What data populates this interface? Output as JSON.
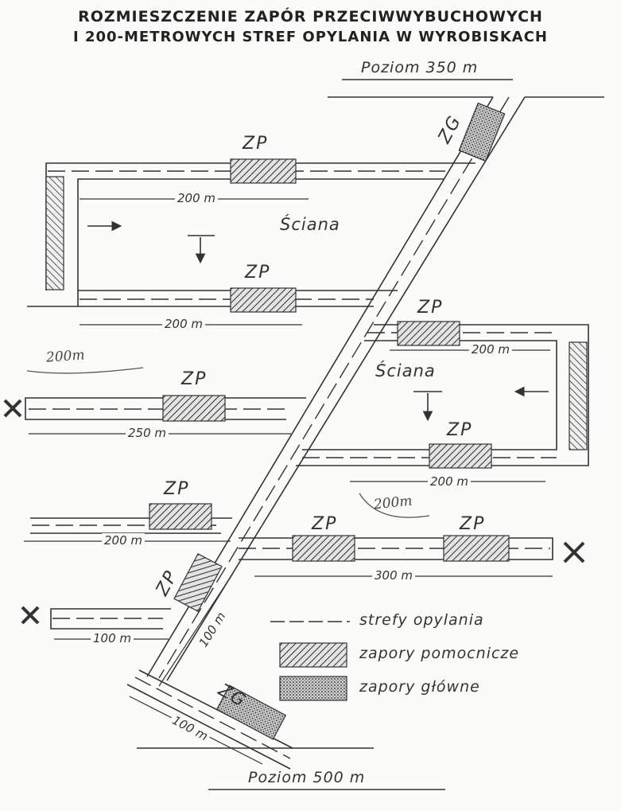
{
  "title": {
    "line1": "ROZMIESZCZENIE ZAPÓR PRZECIWWYBUCHOWYCH",
    "line2": "I 200-METROWYCH STREF OPYLANIA W WYROBISKACH"
  },
  "levels": {
    "top": "Poziom 350 m",
    "bottom": "Poziom 500 m"
  },
  "labels": {
    "zp": "ZP",
    "zg": "ZG",
    "sciana": "Ściana"
  },
  "distances": {
    "top_upper": "200 m",
    "top_lower": "200 m",
    "right_upper": "200 m",
    "right_lower": "200 m",
    "left_mid": "250 m",
    "left_lower": "200 m",
    "right_long": "300 m",
    "left_bottom": "100 m",
    "diag_lower": "100 m",
    "diag_bottom": "100 m"
  },
  "handwritten": {
    "note_left": "200m",
    "note_right": "200m"
  },
  "legend": {
    "dust_zones": "strefy opylania",
    "aux_barriers": "zapory pomocnicze",
    "main_barriers": "zapory główne"
  },
  "colors": {
    "ink": "#333333",
    "hatch": "#3a3a3a",
    "paper": "#fbfbfa"
  }
}
